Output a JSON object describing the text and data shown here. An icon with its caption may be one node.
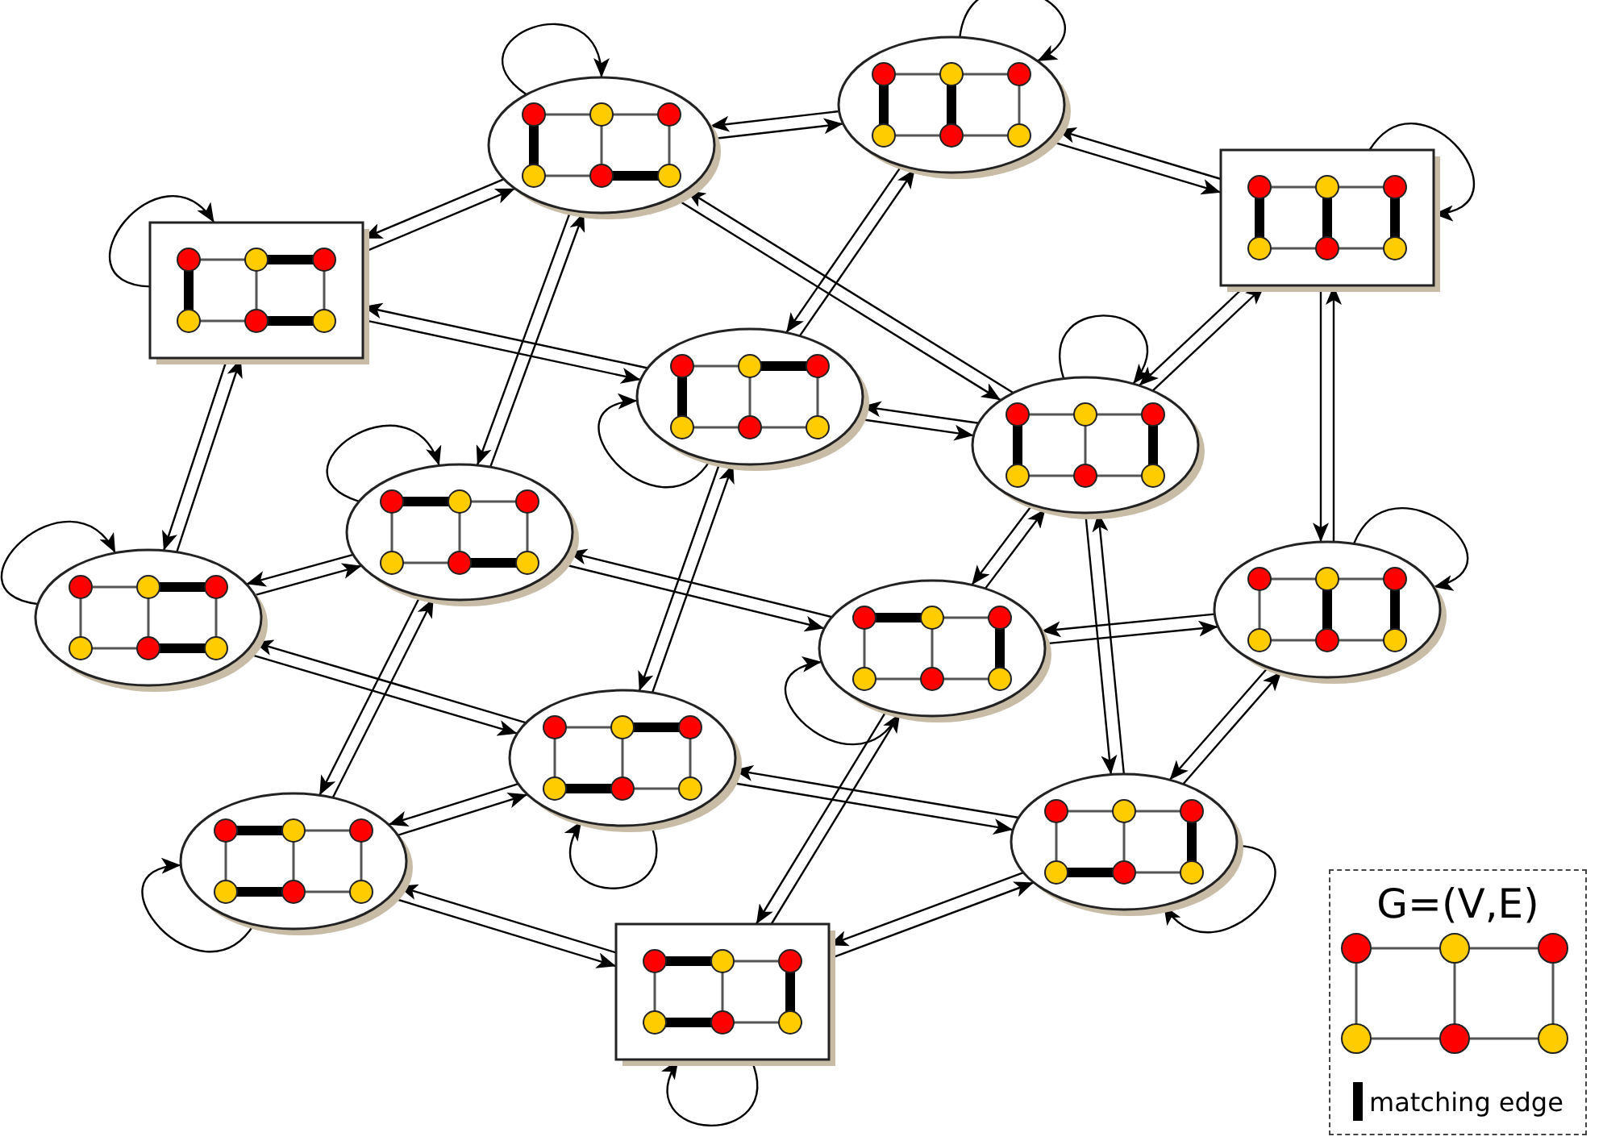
{
  "diagram": {
    "nodes": [
      {
        "text": [],
        "shape": "ellipse"
      },
      {
        "text": [],
        "shape": "ellipse"
      },
      {
        "text": [],
        "shape": "box"
      },
      {
        "text": [],
        "shape": "box"
      },
      {
        "text": [],
        "shape": "ellipse"
      },
      {
        "text": [],
        "shape": "ellipse"
      },
      {
        "text": [],
        "shape": "ellipse"
      },
      {
        "text": [],
        "shape": "ellipse"
      },
      {
        "text": [],
        "shape": "ellipse"
      },
      {
        "text": [],
        "shape": "ellipse"
      },
      {
        "text": [],
        "shape": "ellipse"
      },
      {
        "text": [],
        "shape": "ellipse"
      },
      {
        "text": [],
        "shape": "ellipse"
      },
      {
        "text": [],
        "shape": "box"
      }
    ],
    "edges": [
      {
        "from": 0,
        "to": 1,
        "arrow": "to"
      },
      {
        "from": 1,
        "to": 0,
        "arrow": "to"
      },
      {
        "from": 0,
        "to": 3,
        "arrow": "to"
      },
      {
        "from": 3,
        "to": 0,
        "arrow": "to"
      },
      {
        "from": 0,
        "to": 5,
        "arrow": "to"
      },
      {
        "from": 5,
        "to": 0,
        "arrow": "to"
      },
      {
        "from": 0,
        "to": 7,
        "arrow": "to"
      },
      {
        "from": 7,
        "to": 0,
        "arrow": "to"
      },
      {
        "from": 1,
        "to": 2,
        "arrow": "to"
      },
      {
        "from": 2,
        "to": 1,
        "arrow": "to"
      },
      {
        "from": 1,
        "to": 4,
        "arrow": "to"
      },
      {
        "from": 4,
        "to": 1,
        "arrow": "to"
      },
      {
        "from": 2,
        "to": 5,
        "arrow": "to"
      },
      {
        "from": 5,
        "to": 2,
        "arrow": "to"
      },
      {
        "from": 2,
        "to": 9,
        "arrow": "to"
      },
      {
        "from": 9,
        "to": 2,
        "arrow": "to"
      },
      {
        "from": 3,
        "to": 4,
        "arrow": "to"
      },
      {
        "from": 4,
        "to": 3,
        "arrow": "to"
      },
      {
        "from": 3,
        "to": 6,
        "arrow": "to"
      },
      {
        "from": 6,
        "to": 3,
        "arrow": "to"
      },
      {
        "from": 4,
        "to": 5,
        "arrow": "to"
      },
      {
        "from": 5,
        "to": 4,
        "arrow": "to"
      },
      {
        "from": 4,
        "to": 11,
        "arrow": "to"
      },
      {
        "from": 11,
        "to": 4,
        "arrow": "to"
      },
      {
        "from": 5,
        "to": 8,
        "arrow": "to"
      },
      {
        "from": 8,
        "to": 5,
        "arrow": "to"
      },
      {
        "from": 5,
        "to": 12,
        "arrow": "to"
      },
      {
        "from": 12,
        "to": 5,
        "arrow": "to"
      },
      {
        "from": 6,
        "to": 7,
        "arrow": "to"
      },
      {
        "from": 7,
        "to": 6,
        "arrow": "to"
      },
      {
        "from": 6,
        "to": 11,
        "arrow": "to"
      },
      {
        "from": 11,
        "to": 6,
        "arrow": "to"
      },
      {
        "from": 7,
        "to": 8,
        "arrow": "to"
      },
      {
        "from": 8,
        "to": 7,
        "arrow": "to"
      },
      {
        "from": 7,
        "to": 10,
        "arrow": "to"
      },
      {
        "from": 10,
        "to": 7,
        "arrow": "to"
      },
      {
        "from": 8,
        "to": 9,
        "arrow": "to"
      },
      {
        "from": 9,
        "to": 8,
        "arrow": "to"
      },
      {
        "from": 8,
        "to": 13,
        "arrow": "to"
      },
      {
        "from": 13,
        "to": 8,
        "arrow": "to"
      },
      {
        "from": 9,
        "to": 12,
        "arrow": "to"
      },
      {
        "from": 12,
        "to": 9,
        "arrow": "to"
      },
      {
        "from": 11,
        "to": 10,
        "arrow": "to"
      },
      {
        "from": 10,
        "to": 11,
        "arrow": "to"
      },
      {
        "from": 11,
        "to": 12,
        "arrow": "to"
      },
      {
        "from": 12,
        "to": 11,
        "arrow": "to"
      },
      {
        "from": 10,
        "to": 13,
        "arrow": "to"
      },
      {
        "from": 13,
        "to": 10,
        "arrow": "to"
      },
      {
        "from": 12,
        "to": 13,
        "arrow": "to"
      },
      {
        "from": 13,
        "to": 12,
        "arrow": "to"
      },
      {
        "from": 0,
        "to": 0,
        "arrow": "to"
      },
      {
        "from": 1,
        "to": 1,
        "arrow": "to"
      },
      {
        "from": 2,
        "to": 2,
        "arrow": "to"
      },
      {
        "from": 3,
        "to": 3,
        "arrow": "to"
      },
      {
        "from": 4,
        "to": 4,
        "arrow": "to"
      },
      {
        "from": 5,
        "to": 5,
        "arrow": "to"
      },
      {
        "from": 6,
        "to": 6,
        "arrow": "to"
      },
      {
        "from": 7,
        "to": 7,
        "arrow": "to"
      },
      {
        "from": 8,
        "to": 8,
        "arrow": "to"
      },
      {
        "from": 9,
        "to": 9,
        "arrow": "to"
      },
      {
        "from": 10,
        "to": 10,
        "arrow": "to"
      },
      {
        "from": 11,
        "to": 11,
        "arrow": "to"
      },
      {
        "from": 12,
        "to": 12,
        "arrow": "to"
      },
      {
        "from": 13,
        "to": 13,
        "arrow": "to"
      }
    ],
    "labels": [
      "G=(V,E)"
    ],
    "legend": [
      {
        "text": "matching edge"
      }
    ]
  }
}
